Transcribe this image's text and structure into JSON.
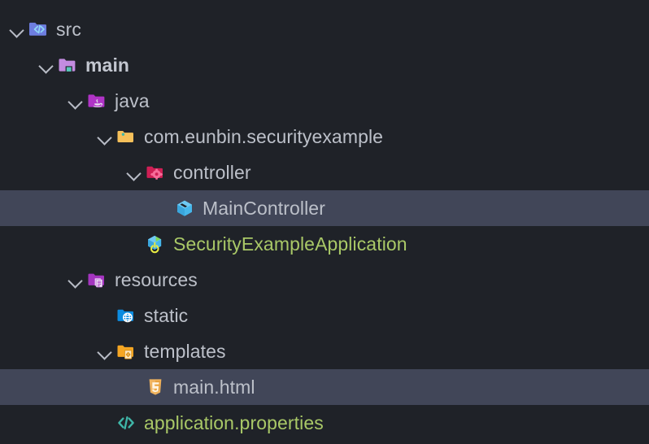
{
  "app": {
    "panel": "project-tree",
    "theme": "dark"
  },
  "colors": {
    "background": "#1f2228",
    "selection": "#414658",
    "text": "#bcc0c9",
    "text_green": "#a9c867",
    "chevron": "#b8bcc6",
    "folder_src": "#6d7ee0",
    "folder_main": "#c38ce0",
    "folder_java": "#b034c6",
    "folder_package": "#f5c05a",
    "folder_controller": "#cf1f55",
    "folder_resources": "#a435c0",
    "folder_static": "#0c8ce0",
    "folder_templates": "#f5a623",
    "class_icon": "#46b7eb",
    "html_icon": "#e8a13c",
    "properties_icon": "#3fb6a8"
  },
  "cutoff_row": {
    "text": "",
    "visible": true
  },
  "tree": {
    "nodes": [
      {
        "id": "src",
        "label": "src",
        "icon": "folder-source-icon",
        "depth": 0,
        "expanded": true,
        "has_children": true,
        "selected": false,
        "bold": false,
        "text_color": "default"
      },
      {
        "id": "main",
        "label": "main",
        "icon": "folder-main-icon",
        "depth": 1,
        "expanded": true,
        "has_children": true,
        "selected": false,
        "bold": true,
        "text_color": "default"
      },
      {
        "id": "java",
        "label": "java",
        "icon": "folder-java-icon",
        "depth": 2,
        "expanded": true,
        "has_children": true,
        "selected": false,
        "bold": false,
        "text_color": "default"
      },
      {
        "id": "package",
        "label": "com.eunbin.securityexample",
        "icon": "folder-package-icon",
        "depth": 3,
        "expanded": true,
        "has_children": true,
        "selected": false,
        "bold": false,
        "text_color": "default"
      },
      {
        "id": "controller",
        "label": "controller",
        "icon": "folder-controller-icon",
        "depth": 4,
        "expanded": true,
        "has_children": true,
        "selected": false,
        "bold": false,
        "text_color": "default"
      },
      {
        "id": "main-controller",
        "label": "MainController",
        "icon": "java-class-icon",
        "depth": 5,
        "expanded": false,
        "has_children": false,
        "selected": true,
        "bold": false,
        "text_color": "default"
      },
      {
        "id": "security-example-application",
        "label": "SecurityExampleApplication",
        "icon": "spring-boot-runnable-class-icon",
        "depth": 4,
        "expanded": false,
        "has_children": false,
        "selected": false,
        "bold": false,
        "text_color": "green"
      },
      {
        "id": "resources",
        "label": "resources",
        "icon": "folder-resources-icon",
        "depth": 2,
        "expanded": true,
        "has_children": true,
        "selected": false,
        "bold": false,
        "text_color": "default"
      },
      {
        "id": "static",
        "label": "static",
        "icon": "folder-static-icon",
        "depth": 3,
        "expanded": false,
        "has_children": false,
        "selected": false,
        "bold": false,
        "text_color": "default"
      },
      {
        "id": "templates",
        "label": "templates",
        "icon": "folder-templates-icon",
        "depth": 3,
        "expanded": true,
        "has_children": true,
        "selected": false,
        "bold": false,
        "text_color": "default"
      },
      {
        "id": "main-html",
        "label": "main.html",
        "icon": "html5-file-icon",
        "depth": 4,
        "expanded": false,
        "has_children": false,
        "selected": true,
        "bold": false,
        "text_color": "default"
      },
      {
        "id": "application-properties",
        "label": "application.properties",
        "icon": "properties-file-icon",
        "depth": 3,
        "expanded": false,
        "has_children": false,
        "selected": false,
        "bold": false,
        "text_color": "green"
      }
    ]
  }
}
